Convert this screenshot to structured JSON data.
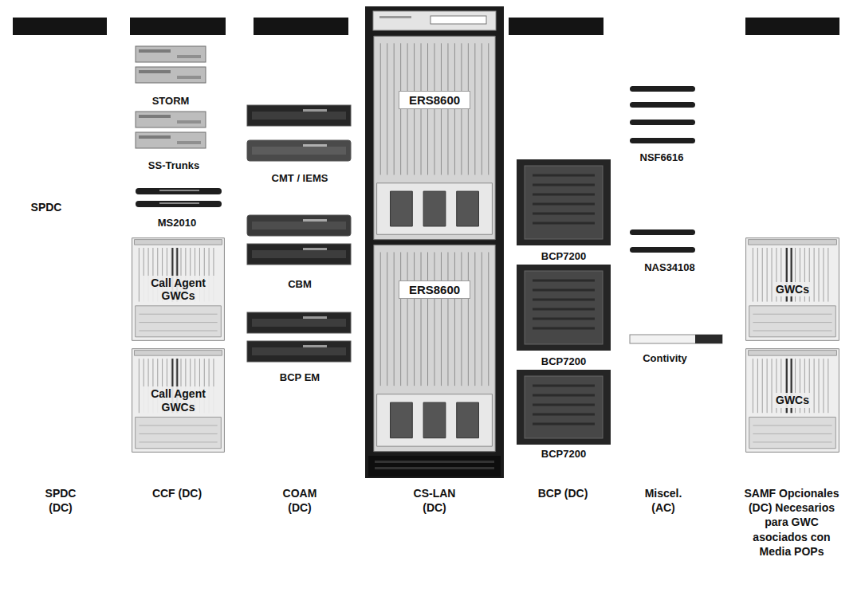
{
  "diagram": {
    "nodes": [
      {
        "text": [
          "Call Agent GWCs"
        ]
      },
      {
        "text": [
          "Call Agent GWCs"
        ]
      },
      {
        "text": [
          "ERS8600"
        ]
      },
      {
        "text": [
          "ERS8600"
        ]
      },
      {
        "text": [
          "GWCs"
        ]
      },
      {
        "text": [
          "GWCs"
        ]
      }
    ],
    "labels": [
      "SPDC",
      "STORM",
      "SS-Trunks",
      "MS2010",
      "CMT / IEMS",
      "CBM",
      "BCP EM",
      "BCP7200",
      "BCP7200",
      "BCP7200",
      "NSF6616",
      "NAS34108",
      "Contivity",
      "SPDC (DC)",
      "CCF (DC)",
      "COAM (DC)",
      "CS-LAN (DC)",
      "BCP (DC)",
      "Miscel. (AC)",
      "SAMF Opcionales (DC) Necesarios para GWC asociados con Media POPs"
    ]
  }
}
